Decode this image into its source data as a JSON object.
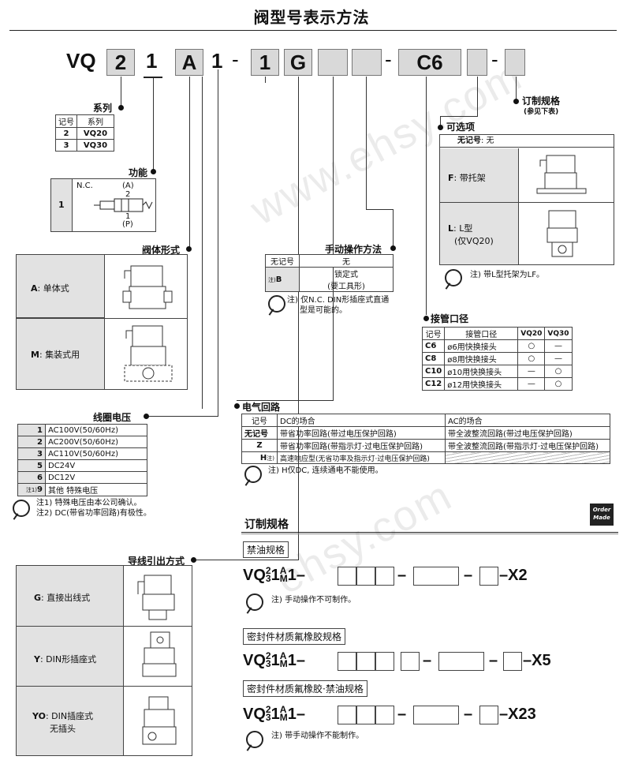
{
  "title": "阀型号表示方法",
  "model": {
    "prefix": "VQ",
    "fields": [
      "2",
      "1",
      "A",
      "1",
      "1",
      "G",
      "",
      "",
      "C6",
      "",
      ""
    ],
    "dashes": [
      "-",
      "-",
      "-"
    ]
  },
  "series": {
    "label": "系列",
    "headers": [
      "记号",
      "系列"
    ],
    "rows": [
      [
        "2",
        "VQ20"
      ],
      [
        "3",
        "VQ30"
      ]
    ]
  },
  "function": {
    "label": "功能",
    "code": "1",
    "symbol_nc": "N.C.",
    "port_a": "(A)",
    "port_2": "2",
    "port_1": "1",
    "port_p": "(P)"
  },
  "body": {
    "label": "阀体形式",
    "rows": [
      {
        "code": "A",
        "text": ": 单体式"
      },
      {
        "code": "M",
        "text": ": 集装式用"
      }
    ]
  },
  "manual": {
    "label": "手动操作方法",
    "headers": [
      "无记号",
      "无"
    ],
    "rows": [
      {
        "code": "B",
        "sup": "注)",
        "text": "锁定式",
        "text2": "(要工具形)"
      }
    ],
    "note": "注) 仅N.C. DIN形插座式直通",
    "note2": "型是可能的。"
  },
  "custom_spec_tag": {
    "label": "订制规格",
    "sub": "(参见下表)"
  },
  "options": {
    "label": "可选项",
    "header_code": "无记号",
    "header_text": ": 无",
    "rows": [
      {
        "code": "F",
        "text": ": 带托架"
      },
      {
        "code": "L",
        "text": ": L型",
        "text2": "(仅VQ20)"
      }
    ],
    "note": "注) 带L型托架为LF。"
  },
  "port": {
    "label": "接管口径",
    "headers": [
      "记号",
      "接管口径",
      "VQ20",
      "VQ30"
    ],
    "rows": [
      [
        "C6",
        "ø6用快换接头",
        "○",
        "—"
      ],
      [
        "C8",
        "ø8用快换接头",
        "○",
        "—"
      ],
      [
        "C10",
        "ø10用快换接头",
        "—",
        "○"
      ],
      [
        "C12",
        "ø12用快换接头",
        "—",
        "○"
      ]
    ]
  },
  "electric": {
    "label": "电气回路",
    "headers": [
      "记号",
      "DC的场合",
      "AC的场合"
    ],
    "rows": [
      {
        "code": "无记号",
        "dc": "带省功率回路(带过电压保护回路)",
        "ac": "带全波整流回路(带过电压保护回路)"
      },
      {
        "code": "Z",
        "dc": "带省功率回路(带指示灯·过电压保护回路)",
        "ac": "带全波整流回路(带指示灯·过电压保护回路)"
      },
      {
        "code": "H",
        "sup": "注)",
        "dc": "高速响应型(无省功率及指示灯·过电压保护回路)",
        "ac": ""
      }
    ],
    "note": "注) H仅DC, 连续通电不能使用。"
  },
  "coil": {
    "label": "线圈电压",
    "rows": [
      [
        "1",
        "AC100V(50/60Hz)"
      ],
      [
        "2",
        "AC200V(50/60Hz)"
      ],
      [
        "3",
        "AC110V(50/60Hz)"
      ],
      [
        "5",
        "DC24V"
      ],
      [
        "6",
        "DC12V"
      ],
      [
        "9",
        "其他    特殊电压"
      ]
    ],
    "sup9": "注1)",
    "note1": "注1) 特殊电压由本公司确认。",
    "note2": "注2) DC(带省功率回路)有极性。"
  },
  "lead": {
    "label": "导线引出方式",
    "rows": [
      {
        "code": "G",
        "text": ": 直接出线式"
      },
      {
        "code": "Y",
        "text": ": DIN形插座式"
      },
      {
        "code": "YO",
        "text": ": DIN插座式",
        "text2": "无插头"
      }
    ]
  },
  "custom": {
    "title": "订制规格",
    "order_made": [
      "Order",
      "Made"
    ],
    "items": [
      {
        "label": "禁油规格",
        "prefix": "VQ",
        "suffix": "–X2",
        "note": "注) 手动操作不可制作。"
      },
      {
        "label": "密封件材质氟橡胶规格",
        "prefix": "VQ",
        "suffix": "–X5",
        "note": ""
      },
      {
        "label": "密封件材质氟橡胶·禁油规格",
        "prefix": "VQ",
        "suffix": "–X23",
        "note": "注) 带手动操作不能制作。"
      }
    ]
  },
  "watermark": "www.ehsy.com"
}
